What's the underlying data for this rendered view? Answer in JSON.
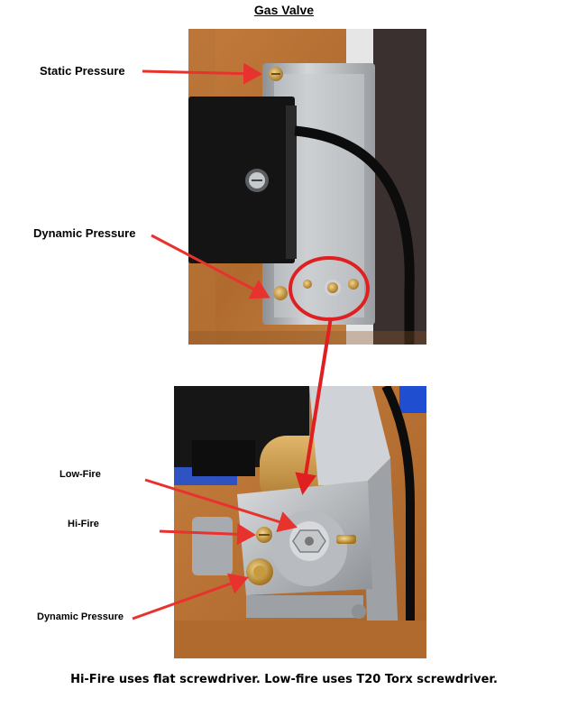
{
  "title": "Gas Valve",
  "labels": {
    "static_pressure": "Static Pressure",
    "dynamic_pressure_top": "Dynamic Pressure",
    "low_fire": "Low-Fire",
    "hi_fire": "Hi-Fire",
    "dynamic_pressure_bottom": "Dynamic Pressure"
  },
  "caption": "Hi-Fire uses flat screwdriver. Low-fire uses T20 Torx screwdriver.",
  "colors": {
    "arrow": "#e8322e",
    "circle": "#e02020",
    "wood": "#b8753a",
    "metal": "#b9bcc0",
    "black_housing": "#141414",
    "brass": "#c9a045",
    "tape": "#1f4fd0"
  }
}
